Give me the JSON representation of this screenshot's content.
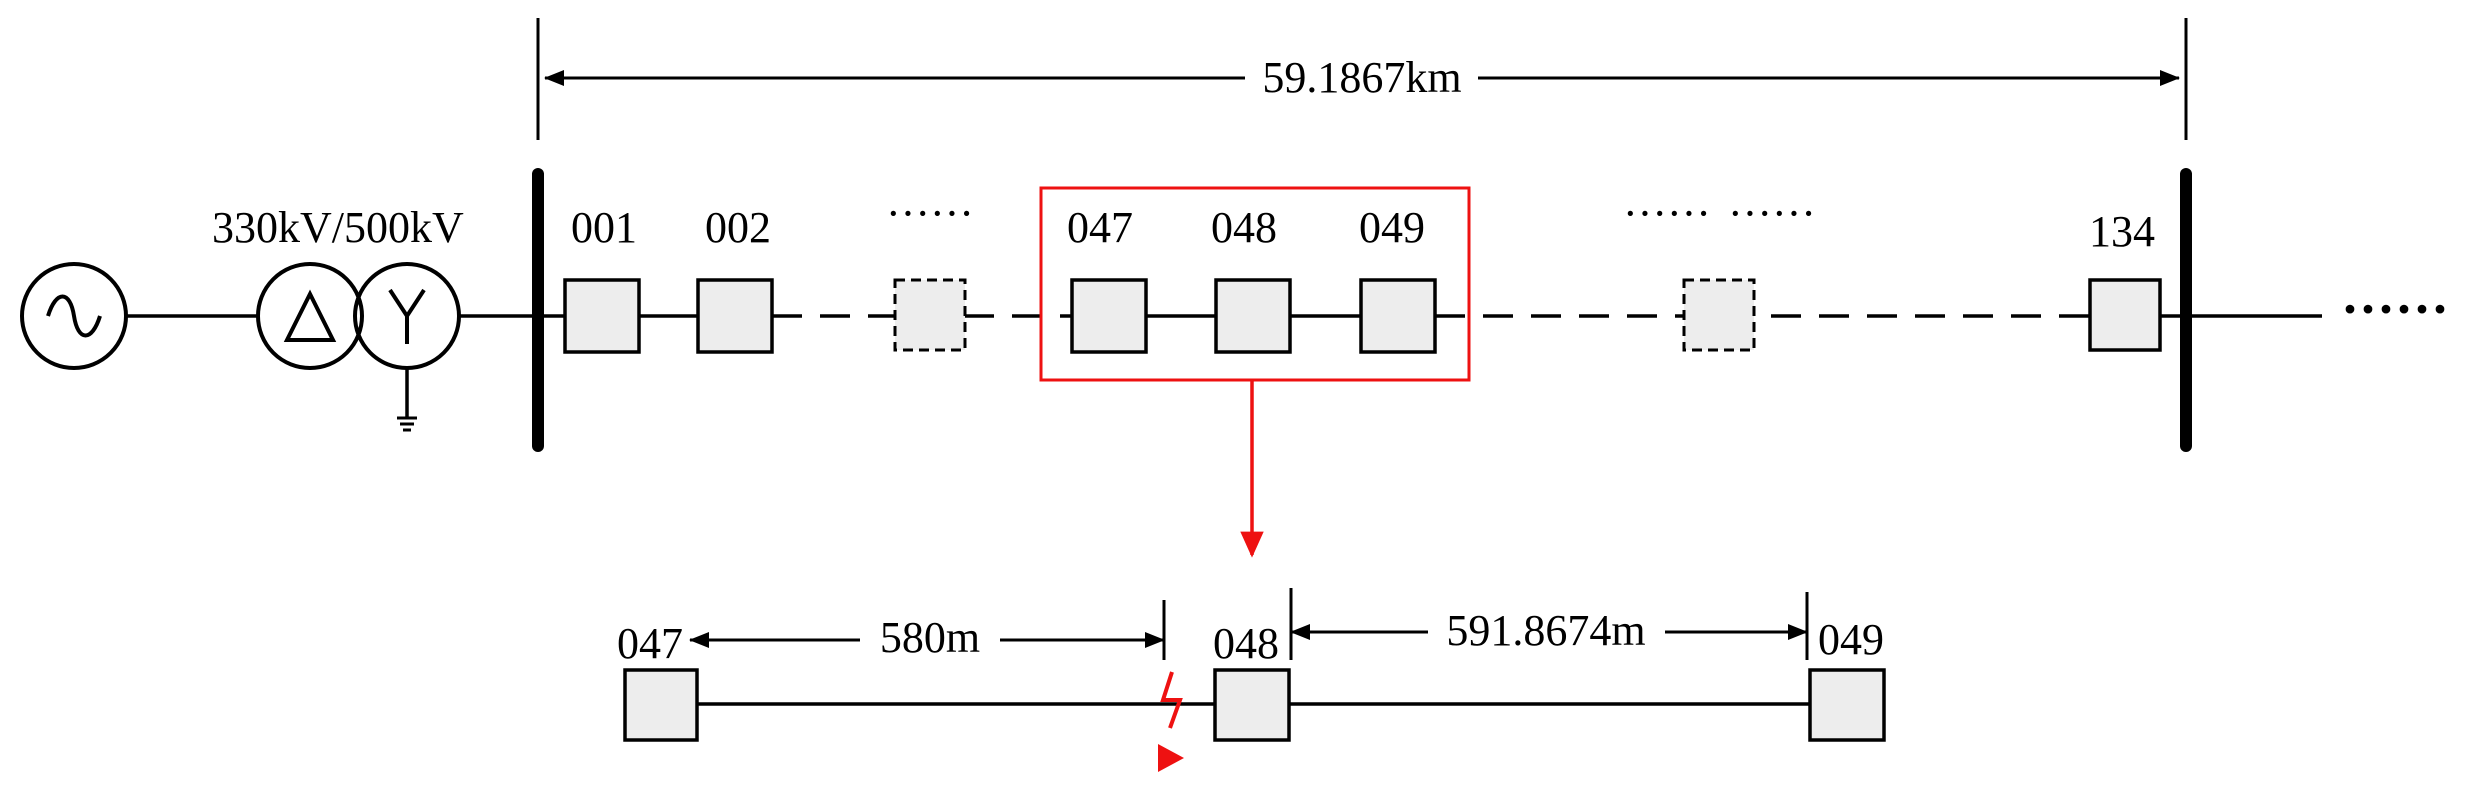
{
  "diagram": {
    "transformer_label": "330kV/500kV",
    "total_length_label": "59.1867km",
    "top_towers": [
      "001",
      "002",
      "047",
      "048",
      "049",
      "134"
    ],
    "ellipsis": "······",
    "detail": {
      "towers": [
        "047",
        "048",
        "049"
      ],
      "span1_label": "580m",
      "span2_label": "591.8674m"
    },
    "colors": {
      "line": "#000000",
      "tower_fill": "#ededed",
      "highlight": "#ee1111"
    }
  }
}
